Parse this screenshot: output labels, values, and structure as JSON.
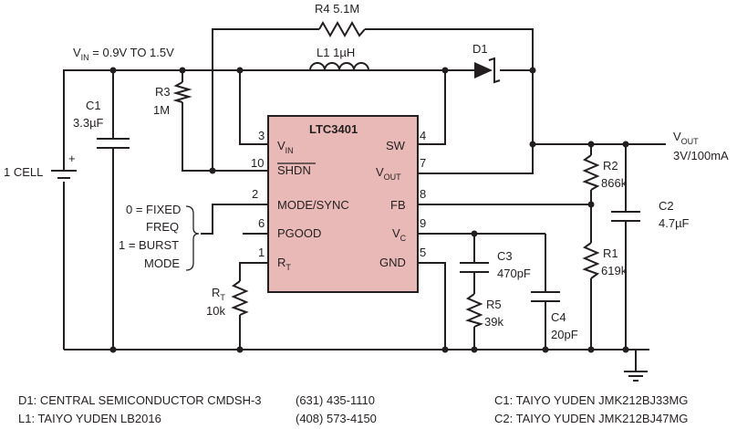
{
  "ic": {
    "name": "LTC3401",
    "body_color": "#e8b9b6",
    "pins_left": [
      {
        "num": "3",
        "main": "V",
        "sub": "IN"
      },
      {
        "num": "10",
        "main": "SHDN",
        "sub": ""
      },
      {
        "num": "2",
        "main": "MODE/SYNC",
        "sub": ""
      },
      {
        "num": "6",
        "main": "PGOOD",
        "sub": ""
      },
      {
        "num": "1",
        "main": "R",
        "sub": "T"
      }
    ],
    "pins_right": [
      {
        "num": "4",
        "main": "SW",
        "sub": ""
      },
      {
        "num": "7",
        "main": "V",
        "sub": "OUT"
      },
      {
        "num": "8",
        "main": "FB",
        "sub": ""
      },
      {
        "num": "9",
        "main": "V",
        "sub": "C"
      },
      {
        "num": "5",
        "main": "GND",
        "sub": ""
      }
    ]
  },
  "vin": {
    "main": "V",
    "sub": "IN",
    "rest": " = 0.9V TO 1.5V"
  },
  "vout": {
    "main": "V",
    "sub": "OUT",
    "spec": "3V/100mA"
  },
  "battery_label": "1 CELL",
  "battery_plus": "+",
  "components": {
    "r4": {
      "ref": "R4",
      "value": "5.1M"
    },
    "l1": {
      "ref": "L1",
      "value": "1µH"
    },
    "d1": {
      "ref": "D1"
    },
    "r3": {
      "ref": "R3",
      "value": "1M"
    },
    "c1": {
      "ref": "C1",
      "value": "3.3µF"
    },
    "r2": {
      "ref": "R2",
      "value": "866k"
    },
    "r1": {
      "ref": "R1",
      "value": "619k"
    },
    "c2": {
      "ref": "C2",
      "value": "4.7µF"
    },
    "c3": {
      "ref": "C3",
      "value": "470pF"
    },
    "r5": {
      "ref": "R5",
      "value": "39k"
    },
    "c4": {
      "ref": "C4",
      "value": "20pF"
    },
    "rt": {
      "main": "R",
      "sub": "T",
      "value": "10k"
    }
  },
  "mode_labels": [
    "0 = FIXED",
    "FREQ",
    "1 = BURST",
    "MODE"
  ],
  "notes": {
    "d1": "D1: CENTRAL SEMICONDUCTOR CMDSH-3",
    "d1_phone": "(631) 435-1110",
    "l1": "L1: TAIYO YUDEN LB2016",
    "l1_phone": "(408) 573-4150",
    "c1": "C1: TAIYO YUDEN JMK212BJ33MG",
    "c2": "C2: TAIYO YUDEN JMK212BJ47MG"
  }
}
